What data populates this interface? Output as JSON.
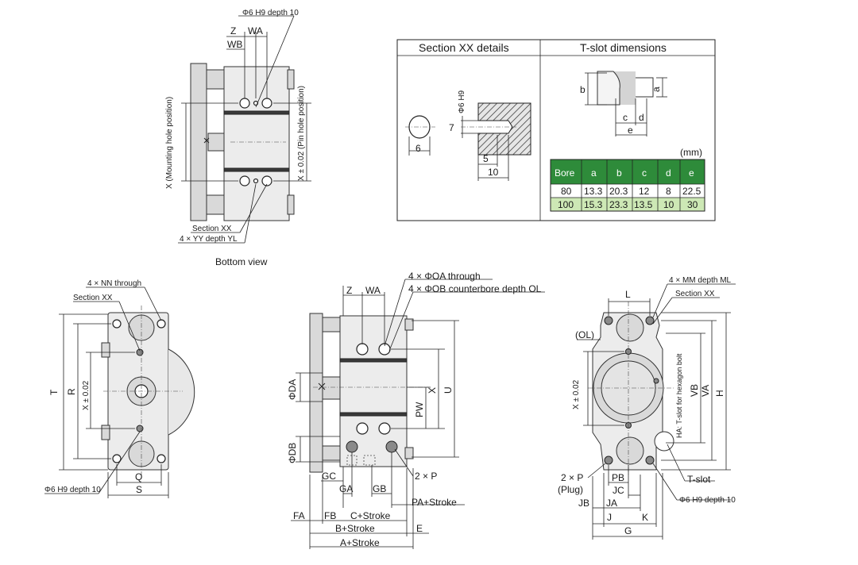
{
  "colors": {
    "table_header_bg": "#2e8b3a",
    "table_header_text": "#ffffff",
    "table_highlight_row": "#cde8b5",
    "part_fill": "#d9d9d9"
  },
  "bottom_view": {
    "caption": "Bottom view",
    "labels": {
      "phi6_depth": "Φ6 H9 depth 10",
      "z": "Z",
      "wa": "WA",
      "wb": "WB",
      "x_mount": "X (Mounting hole position)",
      "x_pin": "X ± 0.02 (Pin hole position)",
      "section_xx": "Section XX",
      "yy_depth": "4 × YY depth YL"
    }
  },
  "section_panel": {
    "title_left": "Section XX details",
    "title_right": "T-slot dimensions",
    "labels": {
      "dim_6": "6",
      "dim_7": "7",
      "phi6": "Φ6 H9",
      "dim_5": "5",
      "dim_10": "10",
      "b": "b",
      "a": "a",
      "c": "c",
      "d": "d",
      "e": "e",
      "unit": "(mm)"
    },
    "table": {
      "headers": [
        "Bore",
        "a",
        "b",
        "c",
        "d",
        "e"
      ],
      "rows": [
        [
          "80",
          "13.3",
          "20.3",
          "12",
          "8",
          "22.5"
        ],
        [
          "100",
          "15.3",
          "23.3",
          "13.5",
          "10",
          "30"
        ]
      ]
    }
  },
  "left_view": {
    "labels": {
      "nn_through": "4 × NN through",
      "section_xx": "Section XX",
      "t": "T",
      "r": "R",
      "x_tol": "X ± 0.02",
      "q": "Q",
      "s": "S",
      "phi6_depth": "Φ6 H9 depth 10"
    }
  },
  "mid_view": {
    "labels": {
      "oa_through": "4 × ΦOA through",
      "ob_counterbore": "4 × ΦOB counterbore depth OL",
      "z": "Z",
      "wa": "WA",
      "phi_da": "ΦDA",
      "phi_db": "ΦDB",
      "x": "X",
      "u": "U",
      "pw": "PW",
      "gc": "GC",
      "ga": "GA",
      "gb": "GB",
      "two_p": "2 × P",
      "pa_stroke": "PA+Stroke",
      "fa": "FA",
      "fb": "FB",
      "c_stroke": "C+Stroke",
      "b_stroke": "B+Stroke",
      "e": "E",
      "a_stroke": "A+Stroke"
    }
  },
  "right_view": {
    "labels": {
      "mm_depth": "4 × MM depth ML",
      "l": "L",
      "section_xx": "Section XX",
      "ol": "(OL)",
      "x_tol": "X ± 0.02",
      "ha": "HA: T-slot for hexagon bolt",
      "vb": "VB",
      "va": "VA",
      "h": "H",
      "two_p_plug_1": "2 × P",
      "two_p_plug_2": "(Plug)",
      "pb": "PB",
      "jc": "JC",
      "jb": "JB",
      "ja": "JA",
      "j": "J",
      "k": "K",
      "g": "G",
      "t_slot": "T-slot",
      "phi6_depth": "Φ6 H9 depth 10"
    }
  }
}
